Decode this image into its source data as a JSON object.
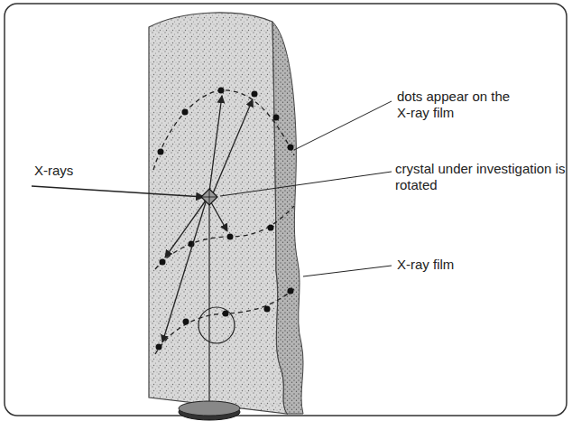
{
  "diagram": {
    "labels": [
      "X-rays",
      "dots appear on the X-ray film",
      "crystal under investigation is rotated",
      "X-ray film"
    ]
  }
}
